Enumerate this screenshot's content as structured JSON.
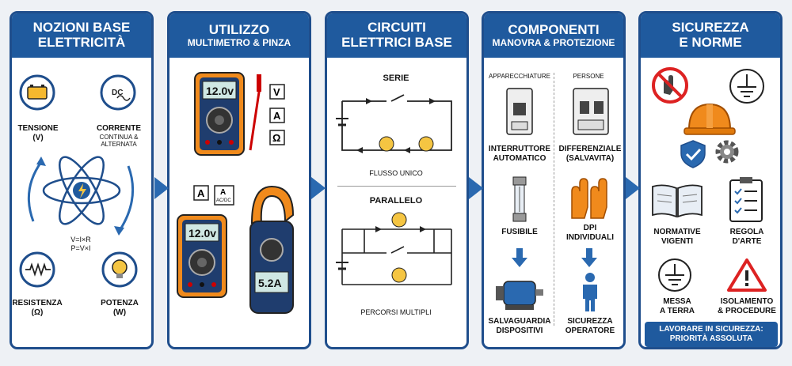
{
  "panels": [
    {
      "title": "NOZIONI BASE",
      "subtitle": "ELETTRICITÀ"
    },
    {
      "title": "UTILIZZO",
      "subtitle": "MULTIMETRO & PINZA"
    },
    {
      "title": "CIRCUITI",
      "subtitle": "ELETTRICI BASE"
    },
    {
      "title": "COMPONENTI",
      "subtitle": "MANOVRA & PROTEZIONE"
    },
    {
      "title": "SICUREZZA",
      "subtitle": "E NORME"
    }
  ],
  "basics": {
    "tensione": "TENSIONE",
    "tensione_unit": "(V)",
    "corrente": "CORRENTE",
    "corrente_sub": "CONTINUA &",
    "corrente_sub2": "ALTERNATA",
    "resistenza": "RESISTENZA",
    "resistenza_unit": "(Ω)",
    "potenza": "POTENZA",
    "potenza_unit": "(W)",
    "formula1": "V=I×R",
    "formula2": "P=V×I",
    "dc_label": "DC"
  },
  "meters": {
    "display1": "12.0v",
    "display2": "12.0v",
    "clamp_display": "5.2A",
    "tag_v": "V",
    "tag_a": "A",
    "tag_ohm": "Ω",
    "tag_a2": "A",
    "tag_a3": "A",
    "tag_acdc": "AC/DC"
  },
  "circuits": {
    "serie": "SERIE",
    "flusso": "FLUSSO UNICO",
    "parallelo": "PARALLELO",
    "percorsi": "PERCORSI MULTIPLI"
  },
  "components": {
    "col1": "APPARECCHIATURE",
    "col2": "PERSONE",
    "interruttore": "INTERRUTTORE",
    "interruttore2": "AUTOMATICO",
    "differenziale": "DIFFERENZIALE",
    "differenziale2": "(SALVAVITA)",
    "fusibile": "FUSIBILE",
    "dpi": "DPI",
    "dpi2": "INDIVIDUALI",
    "salvaguardia": "SALVAGUARDIA",
    "salvaguardia2": "DISPOSITIVI",
    "sicurezza": "SICUREZZA",
    "sicurezza2": "OPERATORE"
  },
  "safety": {
    "normative": "NORMATIVE",
    "normative2": "VIGENTI",
    "regola": "REGOLA",
    "regola2": "D'ARTE",
    "messa": "MESSA",
    "messa2": "A TERRA",
    "isolamento": "ISOLAMENTO",
    "isolamento2": "& PROCEDURE",
    "banner1": "LAVORARE IN SICUREZZA:",
    "banner2": "PRIORITÀ ASSOLUTA"
  },
  "colors": {
    "primary": "#1f5a9e",
    "border": "#1f4e8c",
    "accent": "#f08a1c",
    "bulb": "#f5c542"
  }
}
